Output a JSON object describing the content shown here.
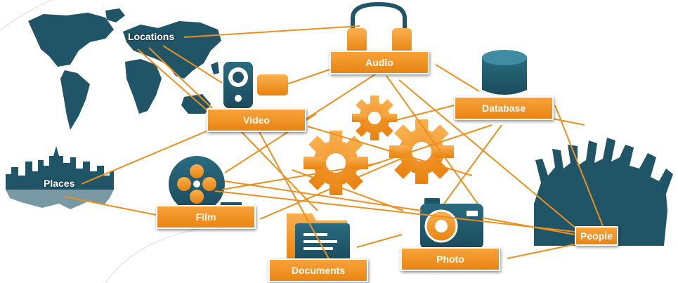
{
  "colors": {
    "accent": "#ef8d1c",
    "accent_dark": "#e07f0e",
    "icon_dark": "#1f5567",
    "connector": "#eb8f1e"
  },
  "nodes": {
    "locations": "Locations",
    "audio": "Audio",
    "video": "Video",
    "database": "Database",
    "places": "Places",
    "film": "Film",
    "documents": "Documents",
    "photo": "Photo",
    "people": "People"
  },
  "icons": [
    "world-map-icon",
    "headphones-icon",
    "webcam-icon",
    "database-icon",
    "gears-icon",
    "city-skyline-icon",
    "film-reel-icon",
    "folder-document-icon",
    "camera-icon",
    "crowd-icon"
  ]
}
